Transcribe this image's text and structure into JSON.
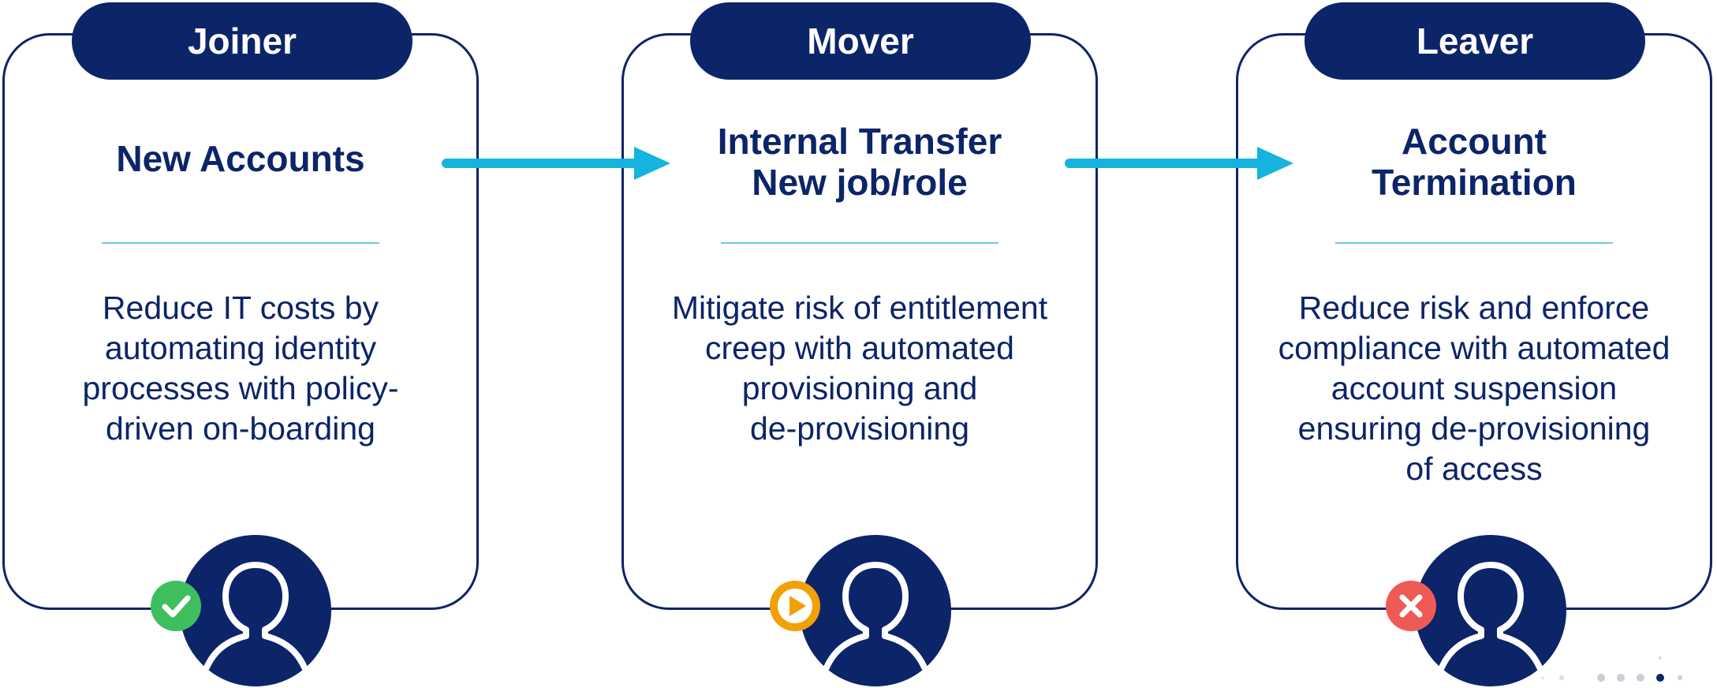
{
  "stages": [
    {
      "tab": "Joiner",
      "title_lines": [
        "New Accounts"
      ],
      "description_lines": [
        "Reduce IT costs by",
        "automating identity",
        "processes with policy-",
        "driven on-boarding"
      ],
      "badge_icon": "check-icon"
    },
    {
      "tab": "Mover",
      "title_lines": [
        "Internal Transfer",
        "New job/role"
      ],
      "description_lines": [
        "Mitigate risk of entitlement",
        "creep with automated",
        "provisioning and",
        "de-provisioning"
      ],
      "badge_icon": "play-icon"
    },
    {
      "tab": "Leaver",
      "title_lines": [
        "Account",
        "Termination"
      ],
      "description_lines": [
        "Reduce risk and enforce",
        "compliance with automated",
        "account suspension",
        "ensuring de-provisioning",
        "of access"
      ],
      "badge_icon": "close-icon"
    }
  ],
  "colors": {
    "navy": "#0c2468",
    "arrow": "#15b3dd",
    "divider": "#6fc8e6",
    "check_green": "#3fbe5e",
    "play_orange": "#f2a007",
    "close_red": "#f05a55"
  },
  "icons": {
    "avatar": "user-outline-icon",
    "arrow": "right-arrow-icon",
    "decoration": "carousel-dots"
  }
}
